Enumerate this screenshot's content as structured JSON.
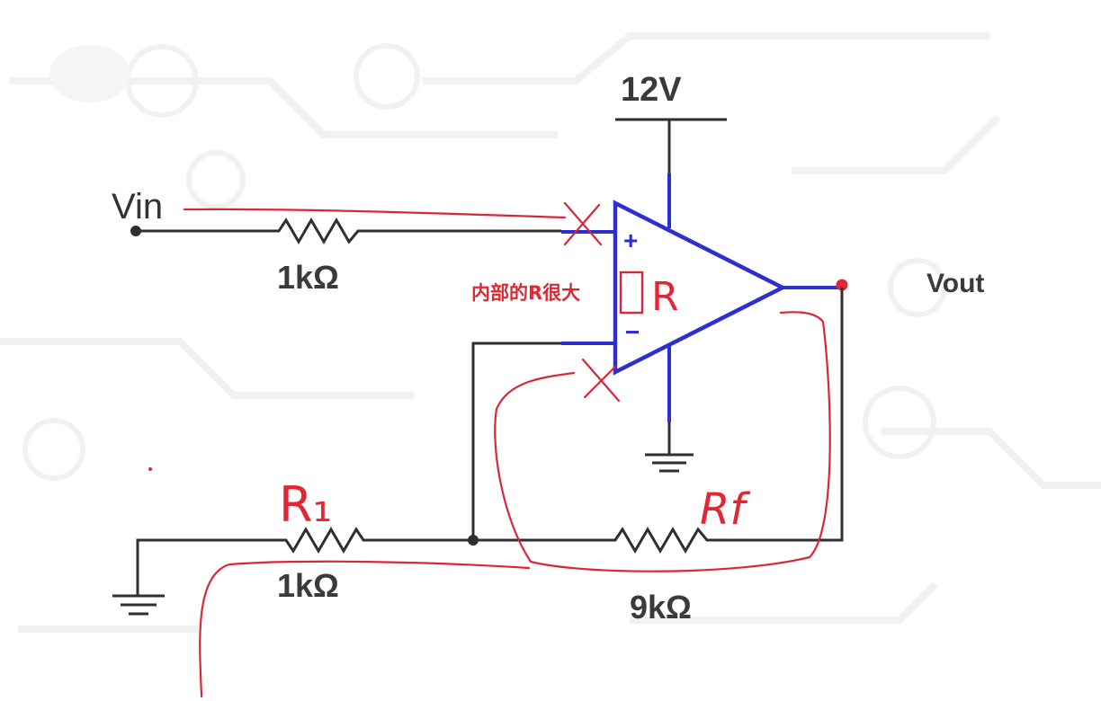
{
  "labels": {
    "supply": "12V",
    "vin": "Vin",
    "vout": "Vout",
    "r_input": "1kΩ",
    "r1_value": "1kΩ",
    "rf_value": "9kΩ",
    "plus": "+",
    "minus": "−"
  },
  "annotations": {
    "internal_r": "内部的R很大",
    "r_symbol": "R",
    "r1": "R₁",
    "rf": "Rf"
  },
  "colors": {
    "wire": "#2f2f2f",
    "opamp": "#2d2fd0",
    "ink": "#d7283a"
  }
}
